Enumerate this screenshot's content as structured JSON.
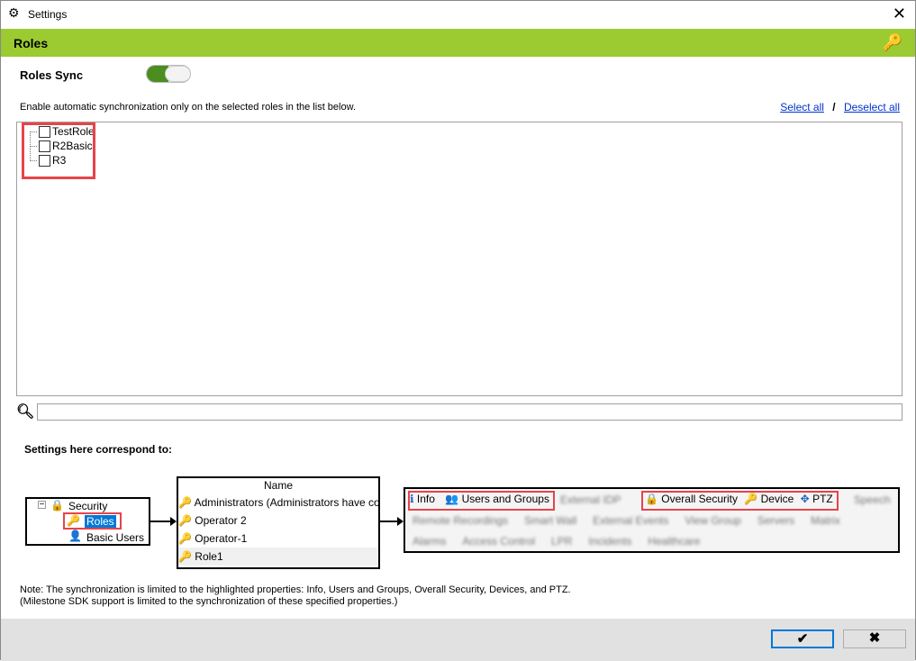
{
  "window": {
    "title": "Settings",
    "close": "✕"
  },
  "header": {
    "title": "Roles"
  },
  "sync": {
    "label": "Roles Sync",
    "enabled": true
  },
  "hint": "Enable automatic synchronization only on the selected roles in the list below.",
  "links": {
    "select_all": "Select all",
    "sep": "/",
    "deselect_all": "Deselect all"
  },
  "roles": [
    {
      "label": "TestRole",
      "checked": false
    },
    {
      "label": "R2Basic",
      "checked": false
    },
    {
      "label": "R3",
      "checked": false
    }
  ],
  "search": {
    "value": "",
    "placeholder": ""
  },
  "correspond_label": "Settings here correspond to:",
  "diagram": {
    "tree": {
      "root": "Security",
      "selected": "Roles",
      "child": "Basic Users"
    },
    "list": {
      "header": "Name",
      "items": [
        "Administrators (Administrators have co",
        "Operator 2",
        "Operator-1",
        "Role1"
      ]
    },
    "tabs": {
      "highlighted": [
        "Info",
        "Users and Groups",
        "Overall Security",
        "Device",
        "PTZ"
      ],
      "other_row1": [
        "External IDP",
        "Speech"
      ],
      "row2": [
        "Remote Recordings",
        "Smart Wall",
        "External Events",
        "View Group",
        "Servers",
        "Matrix"
      ],
      "row3": [
        "Alarms",
        "Access Control",
        "LPR",
        "Incidents",
        "Healthcare"
      ]
    }
  },
  "note": {
    "line1": "Note: The synchronization is limited to the highlighted properties: Info, Users and Groups, Overall Security, Devices, and PTZ.",
    "line2": "(Milestone SDK support is limited to the synchronization of these specified properties.)"
  },
  "footer": {
    "ok": "✔",
    "cancel": "✖"
  },
  "colors": {
    "accent": "#9bcb30",
    "highlight": "#e8434a",
    "link": "#0033cc"
  }
}
